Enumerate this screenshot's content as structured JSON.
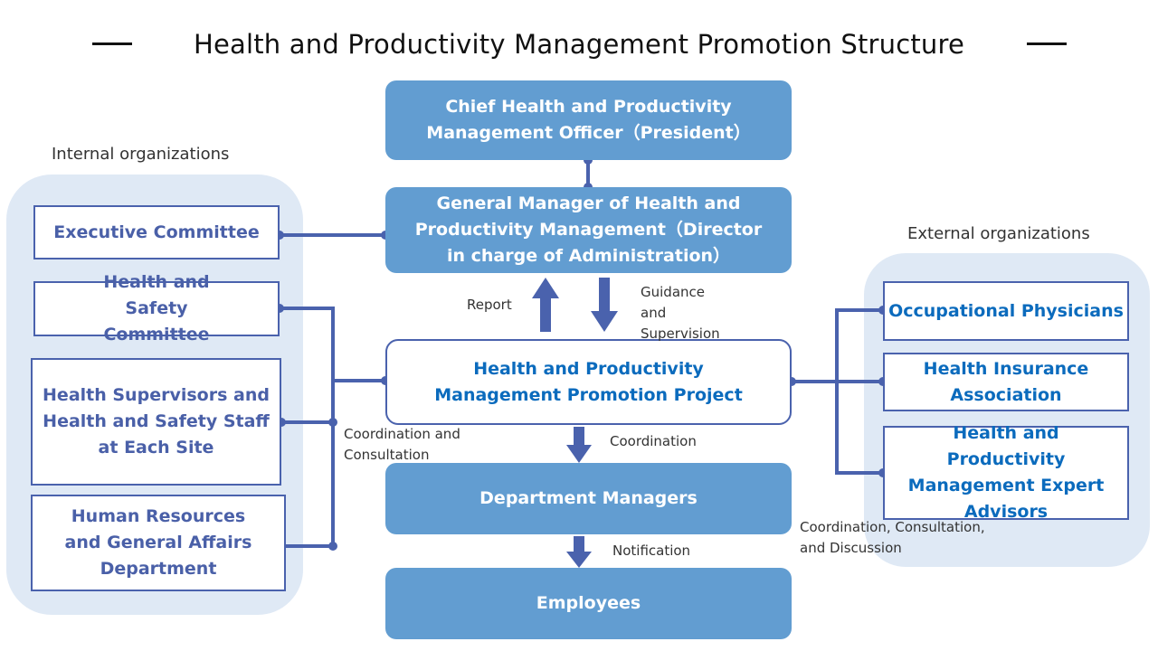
{
  "title": "Health and Productivity Management Promotion Structure",
  "colors": {
    "accent_box": "#629dd1",
    "connector": "#4a62ad",
    "group_bg": "#dfe9f5"
  },
  "central": {
    "chief": "Chief Health and Productivity Management Officer（President）",
    "general_manager": "General Manager of Health and Productivity Management（Director in charge of Administration）",
    "promotion_project": "Health and Productivity Management Promotion Project",
    "department_managers": "Department Managers",
    "employees": "Employees"
  },
  "labels": {
    "report": "Report",
    "guidance": "Guidance and Supervision",
    "coord_consult": "Coordination and Consultation",
    "coordination": "Coordination",
    "notification": "Notification",
    "coord_consult_discuss": "Coordination, Consultation, and  Discussion"
  },
  "internal": {
    "heading": "Internal organizations",
    "items": [
      "Executive Committee",
      "Health and Safety Committee",
      "Health Supervisors and Health and Safety Staff at Each Site",
      "Human Resources and General Affairs Department"
    ]
  },
  "external": {
    "heading": "External organizations",
    "items": [
      "Occupational Physicians",
      "Health Insurance Association",
      "Health and Productivity Management Expert Advisors"
    ]
  }
}
